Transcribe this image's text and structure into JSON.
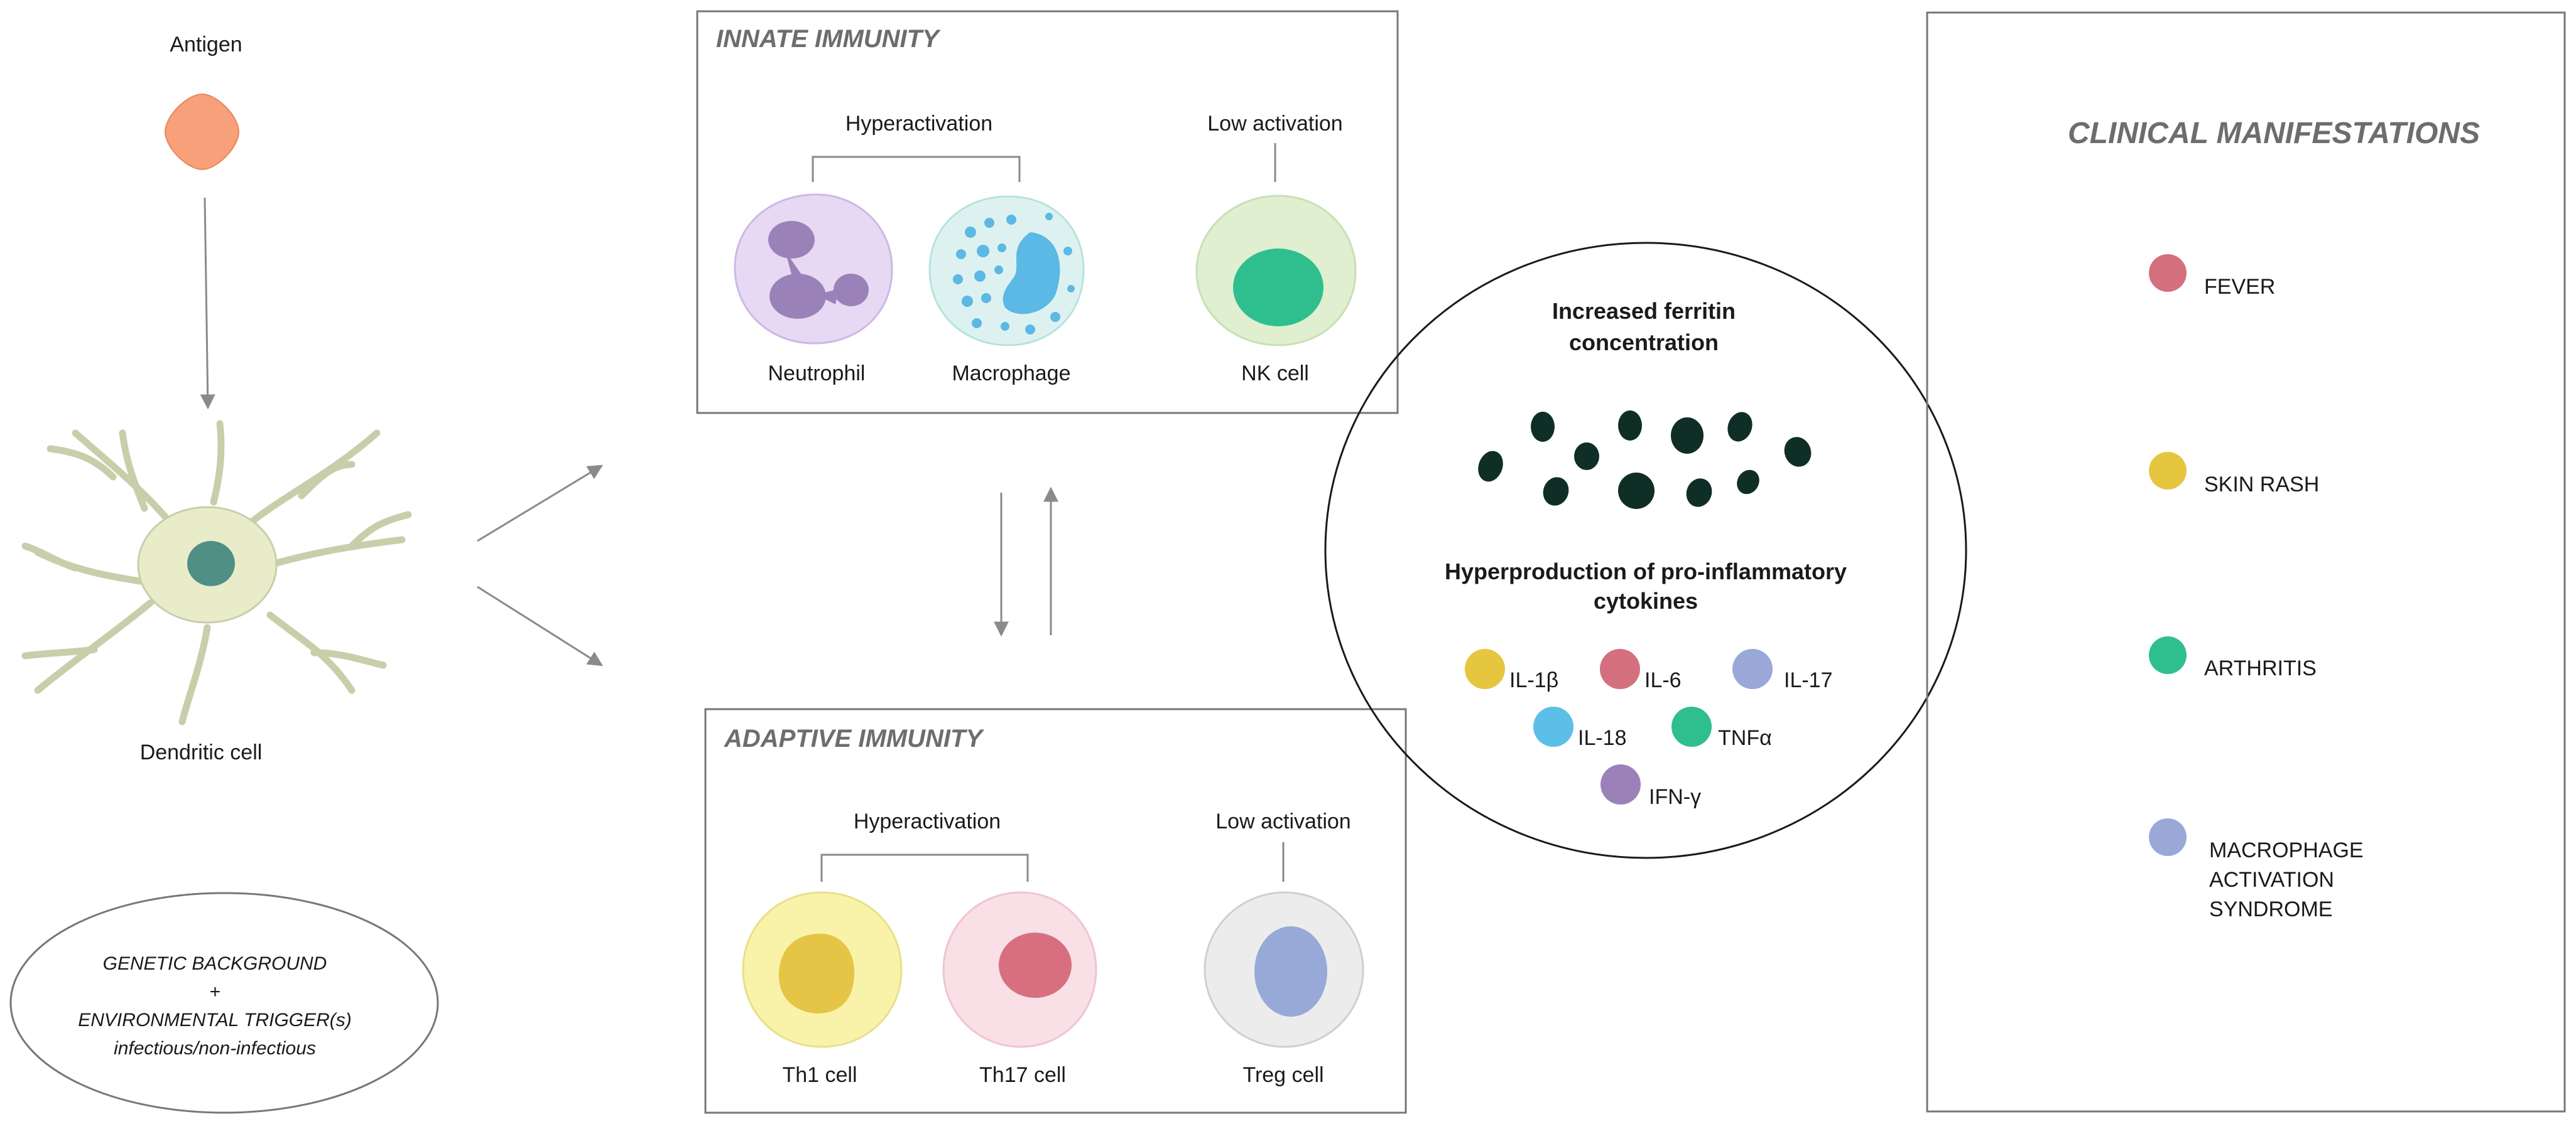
{
  "antigen": {
    "label": "Antigen",
    "color": "#f7a07a"
  },
  "dendritic": {
    "label": "Dendritic cell",
    "body_color": "#e9ecc9",
    "nucleus_color": "#4f8f86"
  },
  "background": {
    "line1": "GENETIC BACKGROUND",
    "line2": "+",
    "line3": "ENVIRONMENTAL TRIGGER(s)",
    "line4": "infectious/non-infectious"
  },
  "innate": {
    "title": "INNATE IMMUNITY",
    "hyper_label": "Hyperactivation",
    "low_label": "Low activation",
    "cells": {
      "neutrophil": {
        "label": "Neutrophil",
        "fill": "#e7d9f3",
        "nucleus": "#9a82b8"
      },
      "macrophage": {
        "label": "Macrophage",
        "fill": "#ddf2f0",
        "nucleus": "#5cb8e4"
      },
      "nk": {
        "label": "NK cell",
        "fill": "#dfefd0",
        "nucleus": "#2fbf8f"
      }
    }
  },
  "adaptive": {
    "title": "ADAPTIVE IMMUNITY",
    "hyper_label": "Hyperactivation",
    "low_label": "Low activation",
    "cells": {
      "th1": {
        "label": "Th1 cell",
        "fill": "#f8f3a9",
        "nucleus": "#e6c445"
      },
      "th17": {
        "label": "Th17 cell",
        "fill": "#f9dfe6",
        "nucleus": "#d86f7f"
      },
      "treg": {
        "label": "Treg cell",
        "fill": "#ececec",
        "nucleus": "#97a9d6"
      }
    }
  },
  "center": {
    "ferritin_line1": "Increased ferritin",
    "ferritin_line2": "concentration",
    "ferritin_color": "#0f2e26",
    "cytokine_line1": "Hyperproduction of pro-inflammatory",
    "cytokine_line2": "cytokines",
    "cytokines": [
      {
        "name": "IL-1β",
        "color": "#e7c63f"
      },
      {
        "name": "IL-6",
        "color": "#d4707d"
      },
      {
        "name": "IL-17",
        "color": "#9aa8d8"
      },
      {
        "name": "IL-18",
        "color": "#5cbfe8"
      },
      {
        "name": "TNFα",
        "color": "#2fbf8f"
      },
      {
        "name": "IFN-γ",
        "color": "#9a82b8"
      }
    ]
  },
  "clinical": {
    "title": "CLINICAL MANIFESTATIONS",
    "items": [
      {
        "label": "FEVER",
        "color": "#d4707d"
      },
      {
        "label": "SKIN RASH",
        "color": "#e7c63f"
      },
      {
        "label": "ARTHRITIS",
        "color": "#2fbf8f"
      },
      {
        "label": "MACROPHAGE",
        "color": "#9aa8d8"
      }
    ],
    "mas_line2": "ACTIVATION",
    "mas_line3": "SYNDROME"
  }
}
